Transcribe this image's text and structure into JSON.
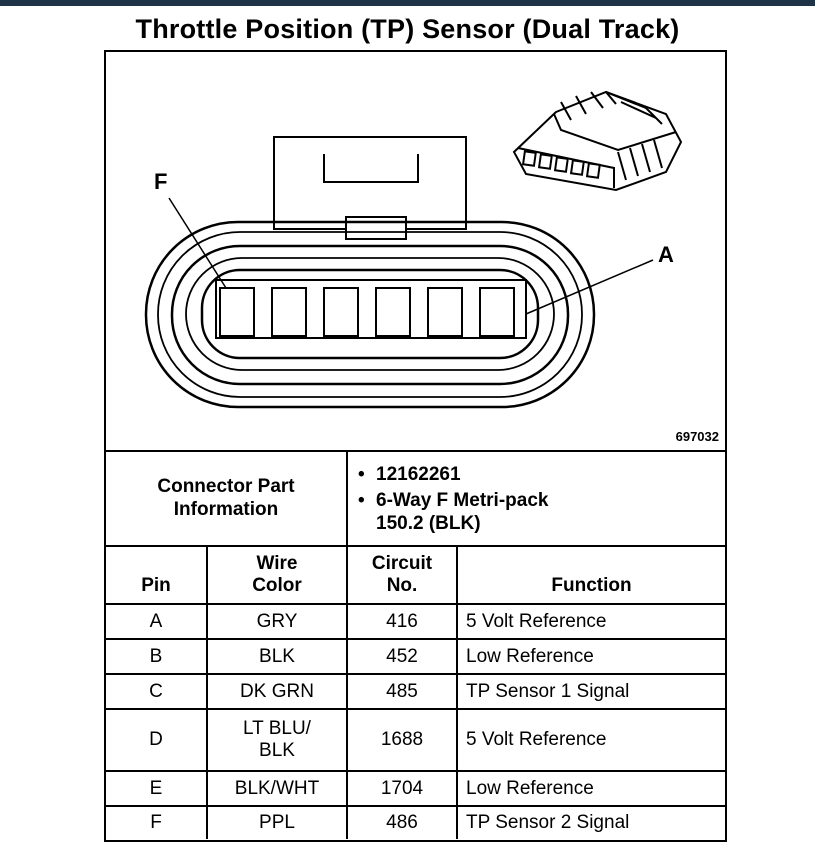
{
  "title": "Throttle Position (TP) Sensor (Dual Track)",
  "diagram": {
    "figure_number": "697032",
    "label_left": "F",
    "label_right": "A"
  },
  "connector_info": {
    "label_line1": "Connector Part",
    "label_line2": "Information",
    "part_number": "12162261",
    "description_line1": "6-Way F Metri-pack",
    "description_line2": "150.2 (BLK)"
  },
  "headers": {
    "pin": "Pin",
    "wire_line1": "Wire",
    "wire_line2": "Color",
    "circuit_line1": "Circuit",
    "circuit_line2": "No.",
    "function": "Function"
  },
  "rows": [
    {
      "pin": "A",
      "wire": "GRY",
      "circuit": "416",
      "function": "5 Volt Reference"
    },
    {
      "pin": "B",
      "wire": "BLK",
      "circuit": "452",
      "function": "Low Reference"
    },
    {
      "pin": "C",
      "wire": "DK GRN",
      "circuit": "485",
      "function": "TP Sensor 1 Signal"
    },
    {
      "pin": "D",
      "wire_line1": "LT BLU/",
      "wire_line2": "BLK",
      "circuit": "1688",
      "function": "5 Volt Reference"
    },
    {
      "pin": "E",
      "wire": "BLK/WHT",
      "circuit": "1704",
      "function": "Low Reference"
    },
    {
      "pin": "F",
      "wire": "PPL",
      "circuit": "486",
      "function": "TP Sensor 2 Signal"
    }
  ]
}
